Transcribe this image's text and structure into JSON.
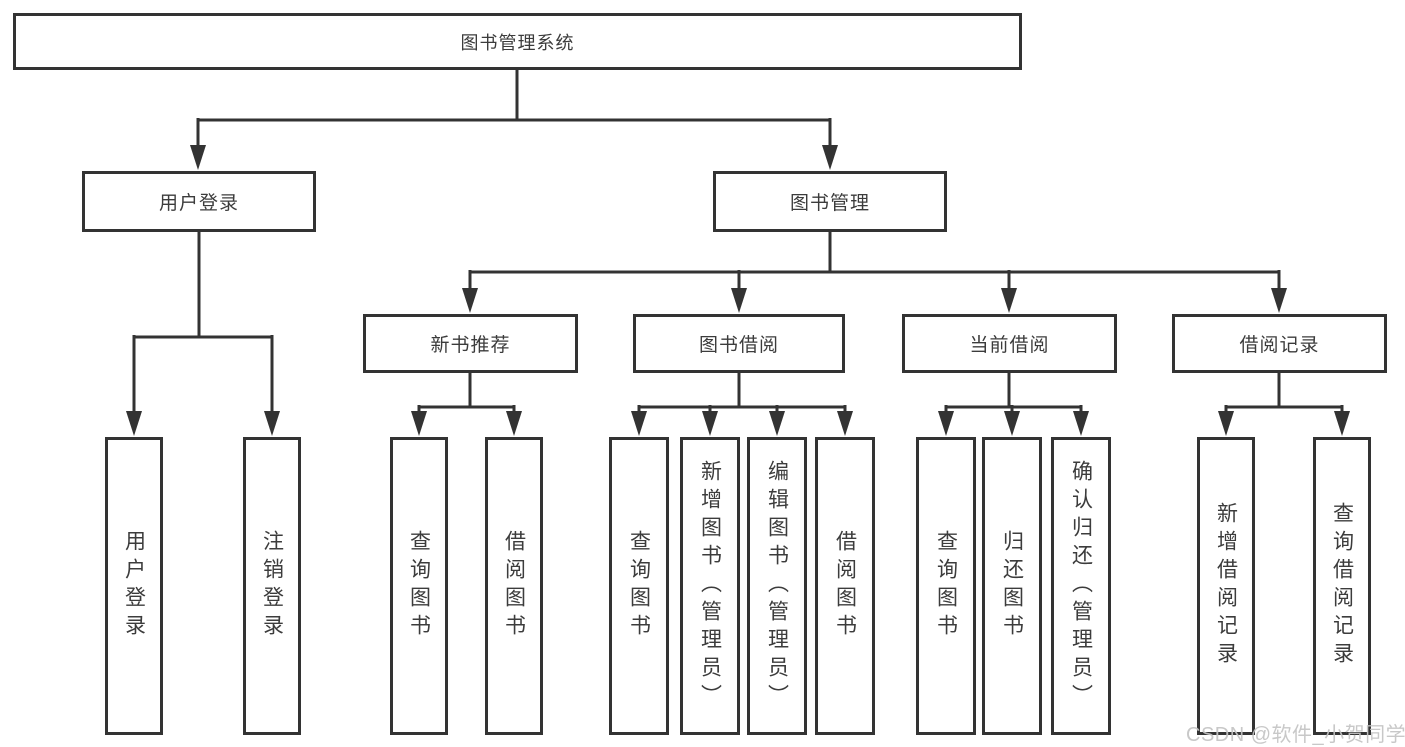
{
  "diagram": {
    "type": "tree",
    "root": {
      "label": "图书管理系统"
    },
    "branches": {
      "user_login": {
        "label": "用户登录",
        "leaves": [
          {
            "label": "用户登录"
          },
          {
            "label": "注销登录"
          }
        ]
      },
      "book_management": {
        "label": "图书管理",
        "sections": {
          "new_book_recommend": {
            "label": "新书推荐",
            "leaves": [
              {
                "label": "查询图书"
              },
              {
                "label": "借阅图书"
              }
            ]
          },
          "book_borrow": {
            "label": "图书借阅",
            "leaves": [
              {
                "label": "查询图书"
              },
              {
                "label": "新增图书（管理员）"
              },
              {
                "label": "编辑图书（管理员）"
              },
              {
                "label": "借阅图书"
              }
            ]
          },
          "current_borrow": {
            "label": "当前借阅",
            "leaves": [
              {
                "label": "查询图书"
              },
              {
                "label": "归还图书"
              },
              {
                "label": "确认归还（管理员）"
              }
            ]
          },
          "borrow_record": {
            "label": "借阅记录",
            "leaves": [
              {
                "label": "新增借阅记录"
              },
              {
                "label": "查询借阅记录"
              }
            ]
          }
        }
      }
    },
    "watermark": "CSDN @软件_小贺同学",
    "colors": {
      "line": "#333333",
      "box_border": "#333333",
      "text": "#3c3c3c",
      "watermark": "#c3c3c3",
      "background": "#ffffff"
    }
  }
}
